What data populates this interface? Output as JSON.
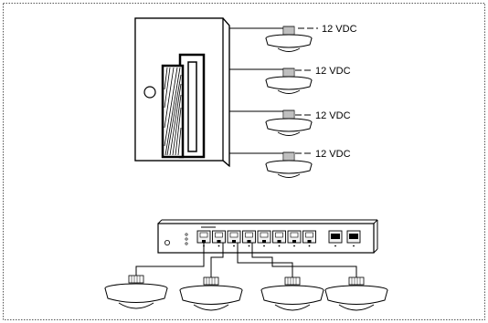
{
  "power_diagram": {
    "camera_labels": [
      "12 VDC",
      "12 VDC",
      "12 VDC",
      "12 VDC"
    ]
  },
  "network_diagram": {
    "switch_port_count": 8,
    "sfp_port_count": 2,
    "connected_camera_count": 4
  },
  "colors": {
    "line": "#000000",
    "frame_border": "#555555",
    "switch_fill": "#ffffff",
    "port_fill": "#f2f2f2"
  }
}
